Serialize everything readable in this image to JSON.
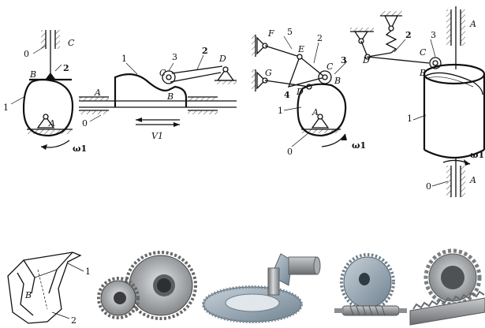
{
  "mechanisms": {
    "cam_follower": {
      "labels": [
        "0",
        "C",
        "2",
        "B",
        "1",
        "A",
        "ω1"
      ]
    },
    "slider_cam": {
      "labels": [
        "1",
        "3",
        "2",
        "D",
        "C",
        "B",
        "A",
        "0",
        "V1"
      ]
    },
    "linkage": {
      "labels": [
        "F",
        "5",
        "2",
        "E",
        "C",
        "3",
        "G",
        "4",
        "D",
        "B",
        "1",
        "A",
        "0",
        "ω1"
      ]
    },
    "drum_cam": {
      "labels": [
        "2",
        "3",
        "A",
        "D",
        "C",
        "B",
        "1",
        "ω1",
        "0",
        "A"
      ]
    }
  },
  "gears_row": {
    "labels": [
      "1",
      "B",
      "2"
    ]
  }
}
